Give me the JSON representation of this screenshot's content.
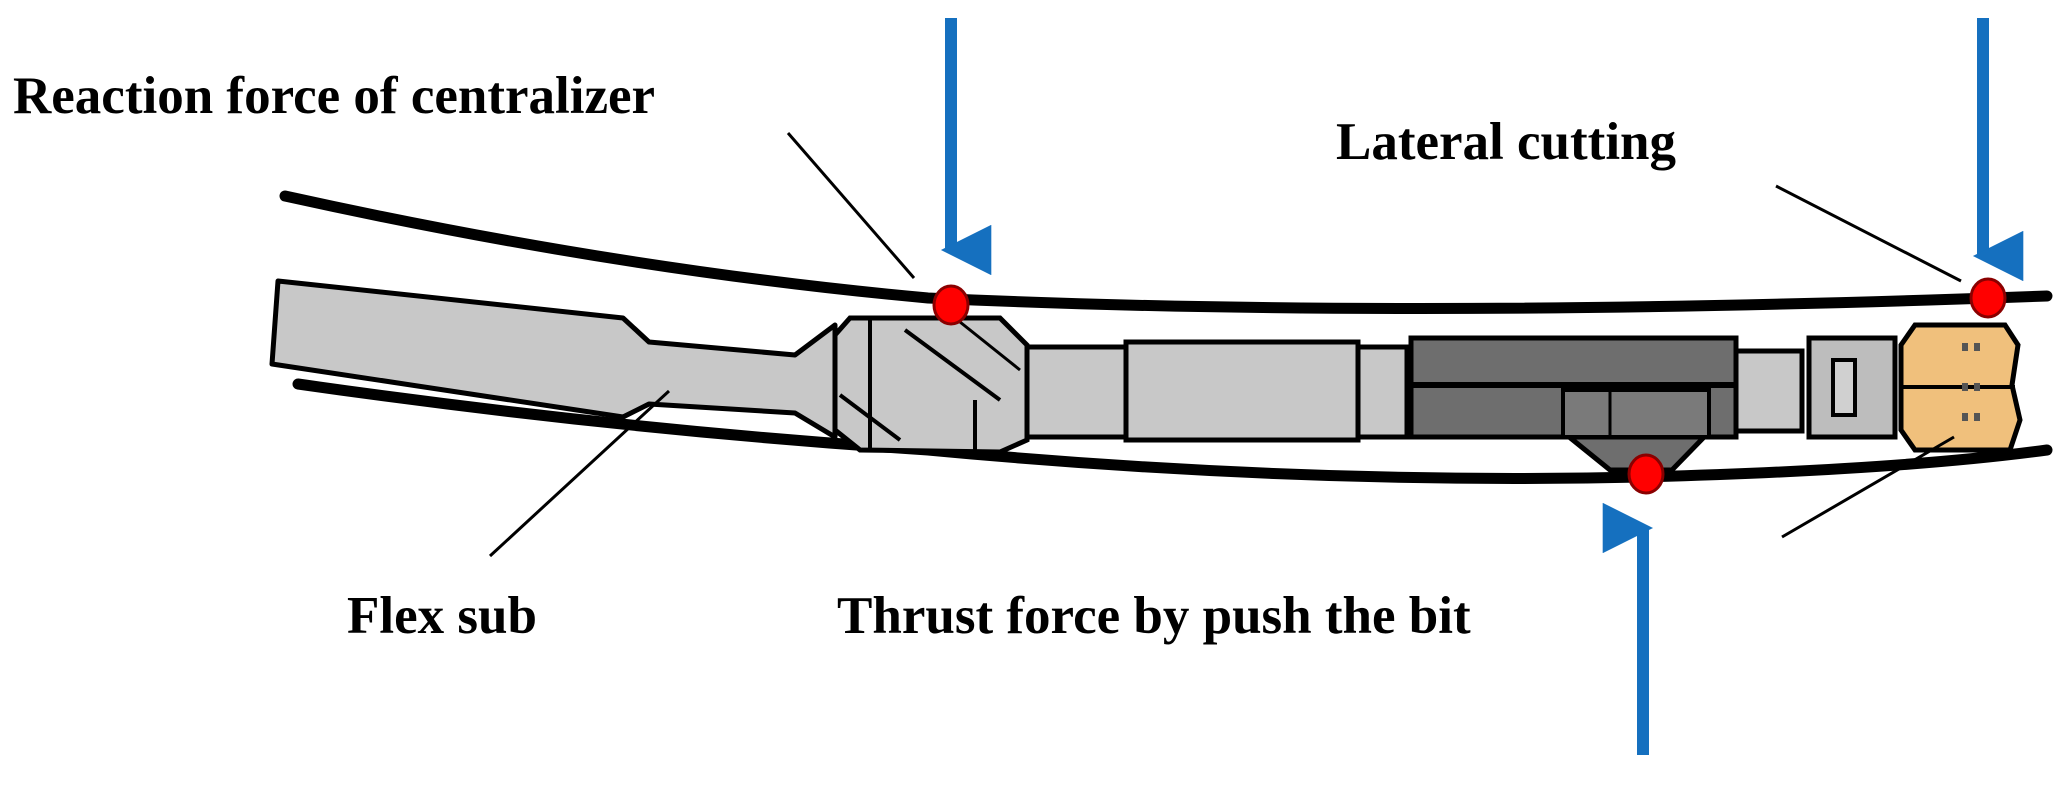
{
  "labels": {
    "reaction_force": "Reaction force of centralizer",
    "lateral_cutting": "Lateral cutting",
    "flex_sub": "Flex sub",
    "thrust_force": "Thrust force by push the bit"
  },
  "colors": {
    "arrow": "#1570BF",
    "contact_point": "#FF0000",
    "tool_light": "#C8C8C8",
    "tool_dark": "#6E6E6E",
    "bit": "#F0C07C",
    "outline": "#000000"
  }
}
